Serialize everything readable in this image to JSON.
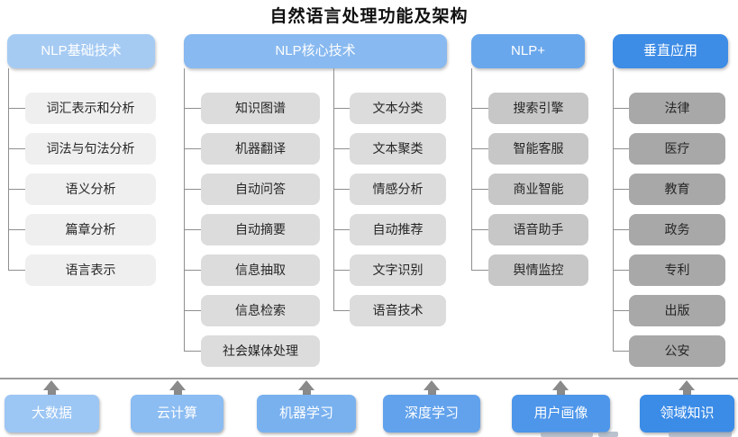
{
  "title": "自然语言处理功能及架构",
  "columns": [
    {
      "header": "NLP基础技术",
      "header_color": "#a6cbf3",
      "box_color": "#efefef",
      "items": [
        "词汇表示和分析",
        "词法与句法分析",
        "语义分析",
        "篇章分析",
        "语言表示"
      ]
    },
    {
      "header": "NLP核心技术",
      "header_color": "#88b9f0",
      "box_color": "#dcdcdc",
      "items_left": [
        "知识图谱",
        "机器翻译",
        "自动问答",
        "自动摘要",
        "信息抽取",
        "信息检索",
        "社会媒体处理"
      ],
      "items_right": [
        "文本分类",
        "文本聚类",
        "情感分析",
        "自动推荐",
        "文字识别",
        "语音技术"
      ]
    },
    {
      "header": "NLP+",
      "header_color": "#69a7ec",
      "box_color": "#c7c7c7",
      "items": [
        "搜索引擎",
        "智能客服",
        "商业智能",
        "语音助手",
        "舆情监控"
      ]
    },
    {
      "header": "垂直应用",
      "header_color": "#3d8ce6",
      "box_color": "#a8a8a8",
      "items": [
        "法律",
        "医疗",
        "教育",
        "政务",
        "专利",
        "出版",
        "公安"
      ]
    }
  ],
  "foundation": [
    {
      "label": "大数据",
      "color": "#9cc6f4"
    },
    {
      "label": "云计算",
      "color": "#8bbcf2"
    },
    {
      "label": "机器学习",
      "color": "#79b1ef"
    },
    {
      "label": "深度学习",
      "color": "#62a2ec"
    },
    {
      "label": "用户画像",
      "color": "#4d96ea"
    },
    {
      "label": "领域知识",
      "color": "#3b8ce7"
    }
  ],
  "connector_color": "#8f8f8f"
}
